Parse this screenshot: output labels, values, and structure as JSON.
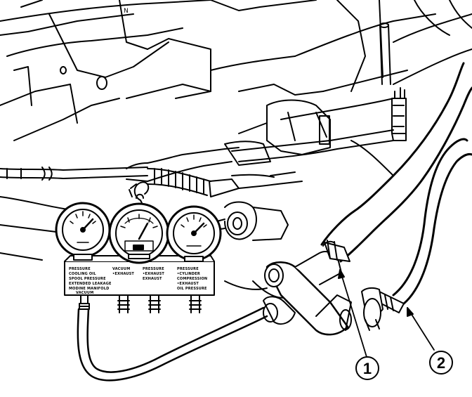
{
  "callouts": [
    {
      "label": "1"
    },
    {
      "label": "2"
    }
  ],
  "figure_ref": "N",
  "gauge_plate": {
    "col1": [
      "PRESSURE",
      "COOLING OIL",
      "SPOOL PRESSURE",
      "EXTENDED LEAKAGE",
      "MODINE MANIFOLD",
      "VACUUM"
    ],
    "col2": [
      "VACUUM",
      "•EXHAUST"
    ],
    "col3": [
      "PRESSURE",
      "•EXHAUST",
      "EXHAUST"
    ],
    "col4": [
      "PRESSURE",
      "•CYLINDER",
      "COMPRESSION",
      "•EXHAUST",
      "OIL PRESSURE"
    ]
  },
  "colors": {
    "line": "#000000",
    "paper": "#ffffff"
  }
}
